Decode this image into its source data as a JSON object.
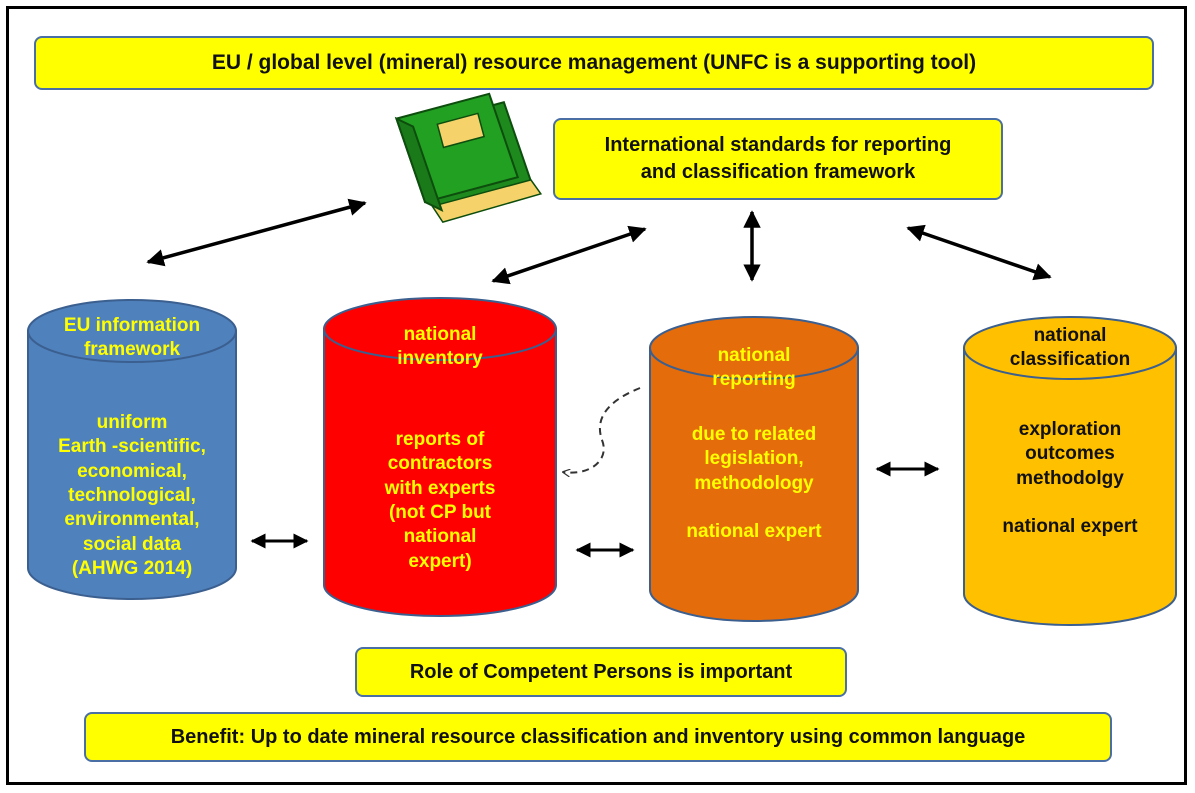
{
  "boxes": {
    "top": "EU / global level (mineral) resource management (UNFC is a supporting tool)",
    "standards": "International standards  for reporting\nand classification  framework",
    "role": "Role of Competent Persons is important",
    "benefit": "Benefit: Up to date mineral resource classification and inventory using common language"
  },
  "cylinders": [
    {
      "id": "eu",
      "head": "EU information\nframework",
      "body": "uniform\nEarth -scientific,\neconomical,\ntechnological,\nenvironmental,\nsocial data\n(AHWG 2014)",
      "fill": "#4f81bd",
      "text_color": "#ffff00"
    },
    {
      "id": "inventory",
      "head": "national\ninventory",
      "body": "reports of\ncontractors\nwith experts\n(not CP but\nnational\nexpert)",
      "fill": "#ff0000",
      "text_color": "#ffff00"
    },
    {
      "id": "reporting",
      "head": "national\nreporting",
      "body": "due to related\nlegislation,\nmethodology\n\nnational  expert",
      "fill": "#e46c0a",
      "text_color": "#ffff00"
    },
    {
      "id": "classification",
      "head": "national\nclassification",
      "body": "exploration\noutcomes\nmethodolgy\n\nnational expert",
      "fill": "#ffc000",
      "text_color": "#111111"
    }
  ],
  "colors": {
    "box_fill": "#ffff00",
    "box_border": "#4a6fa5",
    "book_green": "#22a022",
    "book_pages": "#f5d36a"
  },
  "icons": [
    "book-icon"
  ]
}
